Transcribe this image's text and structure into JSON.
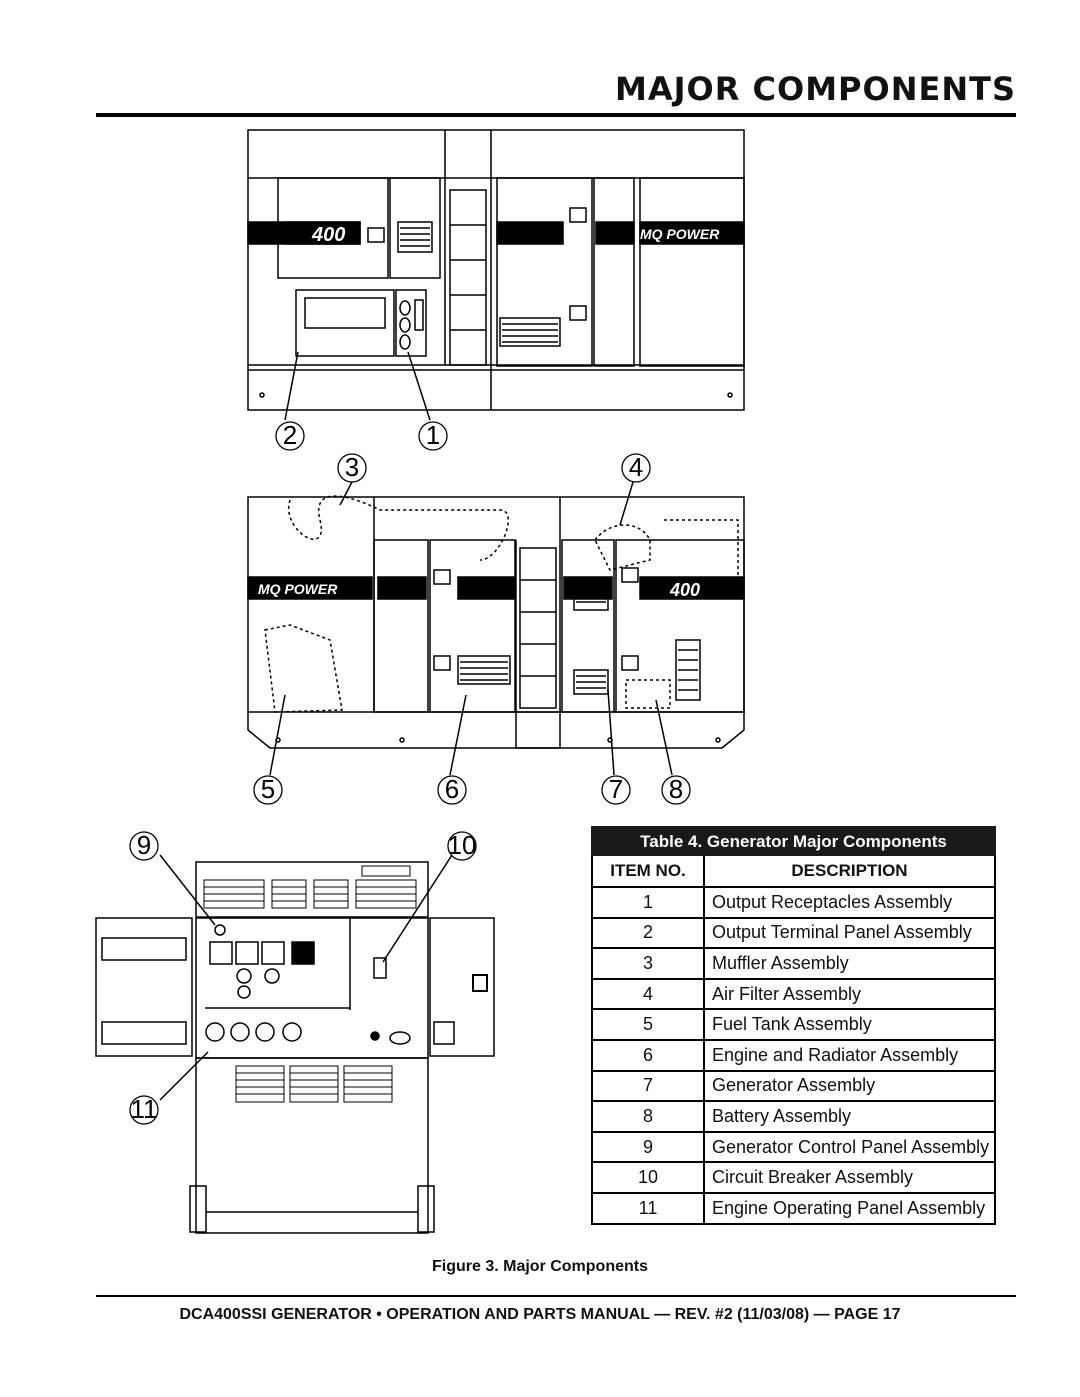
{
  "page_title": "MAJOR COMPONENTS",
  "figure": {
    "caption": "Figure 3. Major Components",
    "brand_label": "MQ POWER",
    "model_label": "400",
    "callouts": [
      "1",
      "2",
      "3",
      "4",
      "5",
      "6",
      "7",
      "8",
      "9",
      "10",
      "11"
    ]
  },
  "table": {
    "caption": "Table 4. Generator Major Components",
    "headers": [
      "ITEM NO.",
      "DESCRIPTION"
    ],
    "rows": [
      {
        "item": "1",
        "description": "Output Receptacles Assembly"
      },
      {
        "item": "2",
        "description": "Output Terminal Panel Assembly"
      },
      {
        "item": "3",
        "description": "Muffler Assembly"
      },
      {
        "item": "4",
        "description": "Air Filter Assembly"
      },
      {
        "item": "5",
        "description": "Fuel Tank Assembly"
      },
      {
        "item": "6",
        "description": "Engine and Radiator Assembly"
      },
      {
        "item": "7",
        "description": "Generator Assembly"
      },
      {
        "item": "8",
        "description": "Battery Assembly"
      },
      {
        "item": "9",
        "description": "Generator Control Panel Assembly"
      },
      {
        "item": "10",
        "description": "Circuit Breaker Assembly"
      },
      {
        "item": "11",
        "description": "Engine Operating Panel Assembly"
      }
    ]
  },
  "footer": "DCA400SSI GENERATOR • OPERATION AND PARTS MANUAL — REV. #2 (11/03/08) — PAGE 17"
}
